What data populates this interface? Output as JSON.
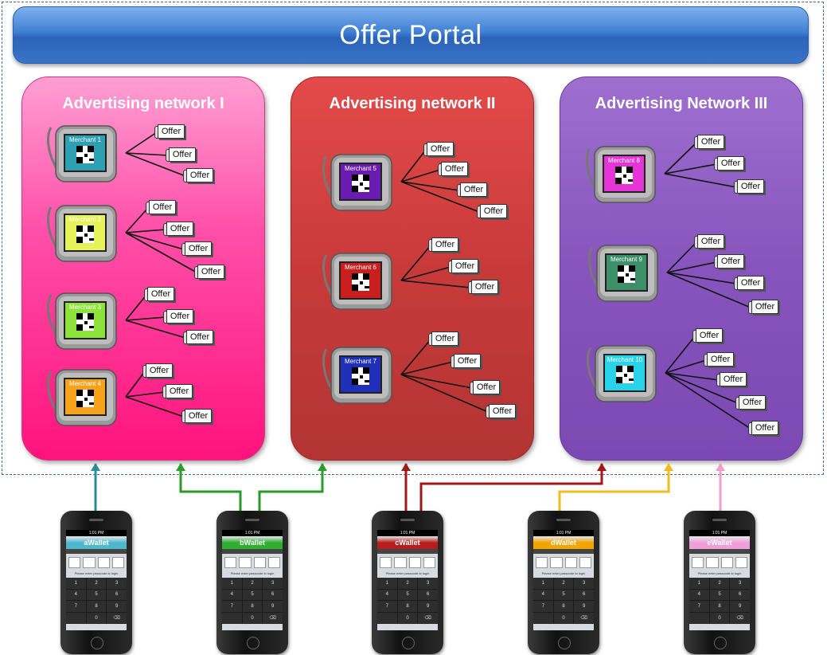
{
  "portal": {
    "title": "Offer Portal"
  },
  "networks": [
    {
      "title": "Advertising network I",
      "merchants": [
        {
          "label": "Merchant 1",
          "screen_color": "#2f9fb2",
          "offers": [
            "Offer",
            "Offer",
            "Offer"
          ]
        },
        {
          "label": "Merchant 2",
          "screen_color": "#e6f25a",
          "offers": [
            "Offer",
            "Offer",
            "Offer",
            "Offer"
          ]
        },
        {
          "label": "Merchant 3",
          "screen_color": "#8ee23c",
          "offers": [
            "Offer",
            "Offer",
            "Offer"
          ]
        },
        {
          "label": "Merchant 4",
          "screen_color": "#f5a21c",
          "offers": [
            "Offer",
            "Offer",
            "Offer"
          ]
        }
      ]
    },
    {
      "title": "Advertising network II",
      "merchants": [
        {
          "label": "Merchant 5",
          "screen_color": "#6a1bb0",
          "offers": [
            "Offer",
            "Offer",
            "Offer",
            "Offer"
          ]
        },
        {
          "label": "Merchant 6",
          "screen_color": "#c81e1e",
          "offers": [
            "Offer",
            "Offer",
            "Offer"
          ]
        },
        {
          "label": "Merchant 7",
          "screen_color": "#1f2fb8",
          "offers": [
            "Offer",
            "Offer",
            "Offer",
            "Offer"
          ]
        }
      ]
    },
    {
      "title": "Advertising Network III",
      "merchants": [
        {
          "label": "Merchant 8",
          "screen_color": "#e634d6",
          "offers": [
            "Offer",
            "Offer",
            "Offer"
          ]
        },
        {
          "label": "Merchant 9",
          "screen_color": "#3d8f6a",
          "offers": [
            "Offer",
            "Offer",
            "Offer",
            "Offer"
          ]
        },
        {
          "label": "Merchant 10",
          "screen_color": "#28d3ea",
          "offers": [
            "Offer",
            "Offer",
            "Offer",
            "Offer",
            "Offer"
          ]
        }
      ]
    }
  ],
  "wallets": [
    {
      "name": "aWallet",
      "color": "#4fb9cc",
      "arrow_color": "#2f8a96",
      "connects_to": [
        "Advertising network I"
      ]
    },
    {
      "name": "bWallet",
      "color": "#2fae2f",
      "arrow_color": "#2a9a2a",
      "connects_to": [
        "Advertising network I",
        "Advertising network II"
      ]
    },
    {
      "name": "cWallet",
      "color": "#b81d1d",
      "arrow_color": "#a01818",
      "connects_to": [
        "Advertising network II",
        "Advertising Network III"
      ]
    },
    {
      "name": "dWallet",
      "color": "#f2a400",
      "arrow_color": "#f0bb20",
      "connects_to": [
        "Advertising Network III"
      ]
    },
    {
      "name": "eWallet",
      "color": "#f0a0d8",
      "arrow_color": "#f0a0c8",
      "connects_to": [
        "Advertising Network III"
      ]
    }
  ],
  "phone": {
    "status_time": "1:01 PM",
    "hint": "Please enter passcode to login",
    "keys": [
      "1",
      "2",
      "3",
      "4",
      "5",
      "6",
      "7",
      "8",
      "9",
      "",
      "0",
      "⌫"
    ]
  }
}
